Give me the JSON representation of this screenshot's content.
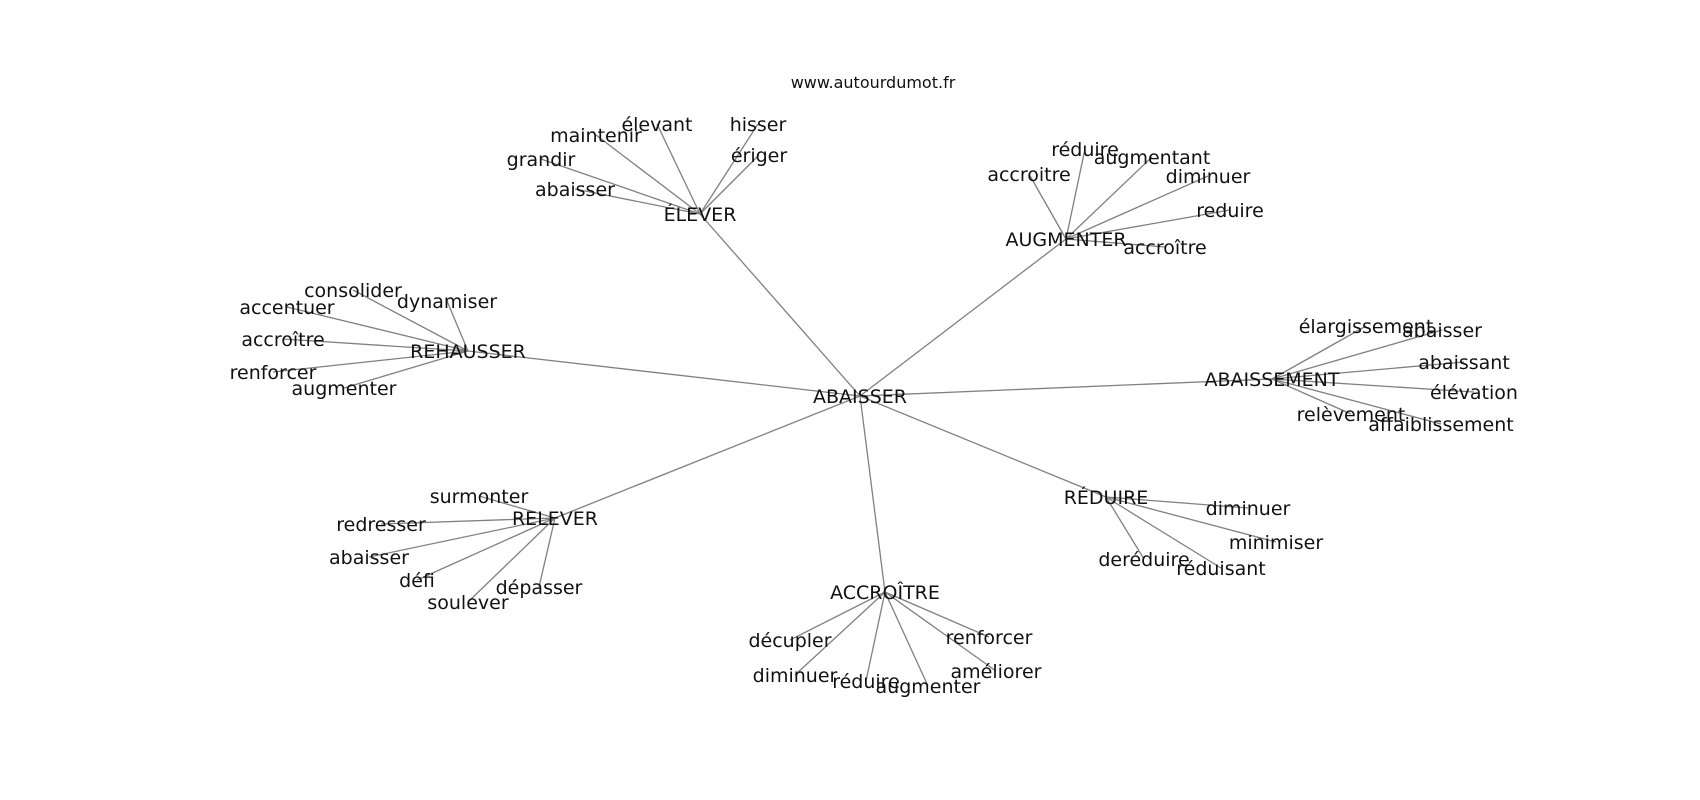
{
  "site": "www.autourdumot.fr",
  "center": "ABAISSER",
  "clusters": [
    {
      "hub": "ÉLEVER",
      "words": [
        "abaisser",
        "grandir",
        "maintenir",
        "élevant",
        "hisser",
        "ériger"
      ]
    },
    {
      "hub": "AUGMENTER",
      "words": [
        "accroitre",
        "réduire",
        "augmentant",
        "diminuer",
        "reduire",
        "accroître"
      ]
    },
    {
      "hub": "REHAUSSER",
      "words": [
        "consolider",
        "dynamiser",
        "accentuer",
        "accroître",
        "renforcer",
        "augmenter"
      ]
    },
    {
      "hub": "ABAISSEMENT",
      "words": [
        "élargissement",
        "abaisser",
        "abaissant",
        "élévation",
        "relèvement",
        "affaiblissement"
      ]
    },
    {
      "hub": "RELEVER",
      "words": [
        "surmonter",
        "redresser",
        "abaisser",
        "défi",
        "soulever",
        "dépasser"
      ]
    },
    {
      "hub": "RÉDUIRE",
      "words": [
        "diminuer",
        "minimiser",
        "deréduire",
        "réduisant"
      ]
    },
    {
      "hub": "ACCROÎTRE",
      "words": [
        "décupler",
        "diminuer",
        "réduire",
        "augmenter",
        "renforcer",
        "améliorer"
      ]
    }
  ]
}
